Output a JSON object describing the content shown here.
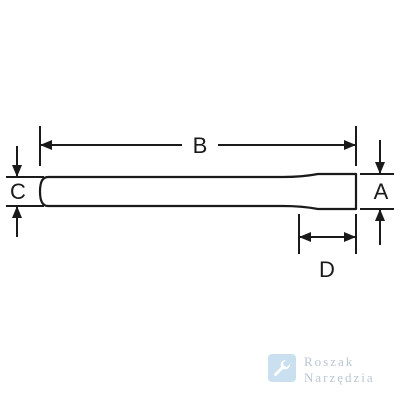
{
  "dimensions": {
    "a": "A",
    "b": "B",
    "c": "C",
    "d": "D"
  },
  "watermark": {
    "line1": "Roszak",
    "line2": "Narzędzia"
  },
  "colors": {
    "line": "#1a1a1a",
    "watermark_badge": "#9fc7e6",
    "watermark_text": "#7f99b0"
  }
}
